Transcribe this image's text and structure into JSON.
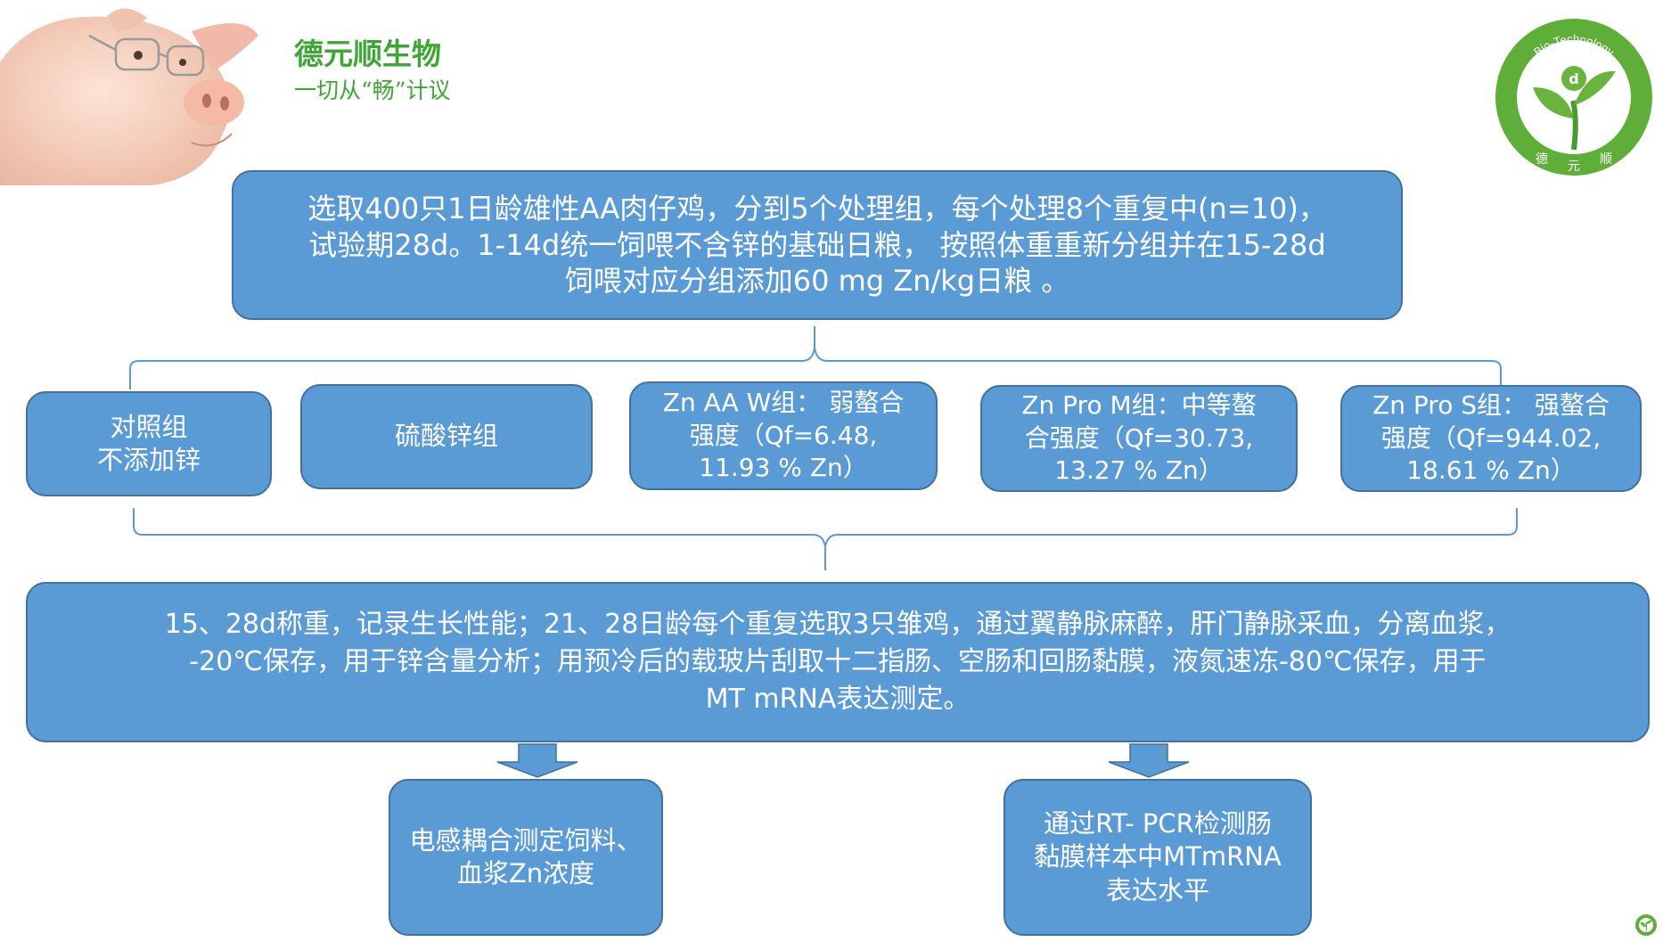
{
  "brand": {
    "name": "德元顺生物",
    "slogan": "一切从“畅”计议",
    "logo_text_top": "Bio-Technology",
    "logo_text_bottom": [
      "德",
      "元",
      "顺"
    ],
    "logo_letter": "d",
    "green": "#3fa535"
  },
  "colors": {
    "box_fill": "#5b9bd5",
    "box_border": "#41719c",
    "connector": "#5b9bd5"
  },
  "diagram": {
    "top": [
      "选取400只1日龄雄性AA肉仔鸡，分到5个处理组，每个处理8个重复中(n=10)，",
      "试验期28d。1-14d统一饲喂不含锌的基础日粮， 按照体重重新分组并在15-28d",
      "饲喂对应分组添加60 mg Zn/kg日粮 。"
    ],
    "groups": [
      {
        "lines": [
          "对照组",
          "不添加锌"
        ]
      },
      {
        "lines": [
          "硫酸锌组"
        ]
      },
      {
        "lines": [
          "Zn AA W组： 弱螯合",
          "强度（Qf=6.48,",
          "11.93 % Zn）"
        ]
      },
      {
        "lines": [
          "Zn Pro M组：中等螯",
          "合强度（Qf=30.73,",
          "13.27 % Zn）"
        ]
      },
      {
        "lines": [
          "Zn Pro S组： 强螯合",
          "强度（Qf=944.02,",
          "18.61 % Zn）"
        ]
      }
    ],
    "middle": [
      "15、28d称重，记录生长性能；21、28日龄每个重复选取3只雏鸡，通过翼静脉麻醉，肝门静脉采血，分离血浆，",
      "-20℃保存，用于锌含量分析；用预冷后的载玻片刮取十二指肠、空肠和回肠黏膜，液氮速冻-80℃保存，用于",
      "MT mRNA表达测定。"
    ],
    "outputs": [
      {
        "lines": [
          "电感耦合测定饲料、",
          "血浆Zn浓度"
        ]
      },
      {
        "lines": [
          "通过RT- PCR检测肠",
          "黏膜样本中MTmRNA",
          "表达水平"
        ]
      }
    ]
  }
}
